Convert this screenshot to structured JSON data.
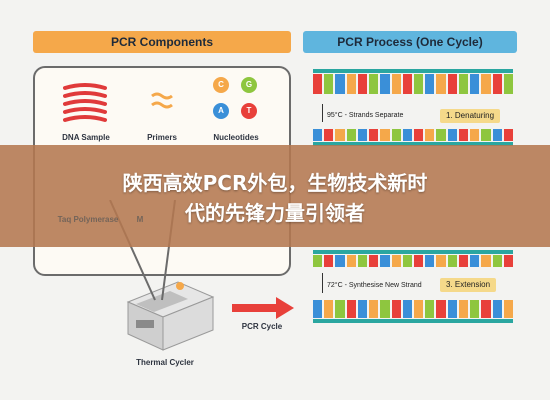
{
  "headers": {
    "left": "PCR Components",
    "right": "PCR Process (One Cycle)"
  },
  "components": {
    "dna_sample": "DNA Sample",
    "primers": "Primers",
    "nucleotides": "Nucleotides",
    "taq": "Taq Polymerase",
    "partial_label": "M",
    "nucleotide_letters": [
      "C",
      "G",
      "A",
      "T"
    ]
  },
  "cycler": {
    "label": "Thermal Cycler"
  },
  "flow": {
    "label": "PCR Cycle"
  },
  "steps": [
    {
      "temp": "95°C - Strands Separate",
      "name": "1. Denaturing"
    },
    {
      "temp": "72°C - Synthesise New Strand",
      "name": "3. Extension"
    }
  ],
  "banner": {
    "line1": "陕西高效PCR外包，生物技术新时",
    "line2": "代的先锋力量引领者"
  },
  "colors": {
    "orange": "#f5a84a",
    "blue": "#5fb5de",
    "red": "#e8403a",
    "green": "#8ec63f",
    "teal": "#2aa6a0",
    "yellow": "#f5d98a"
  }
}
